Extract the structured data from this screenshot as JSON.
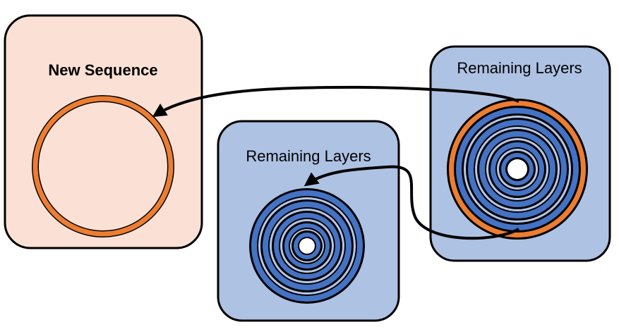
{
  "boxes": {
    "new_sequence": {
      "title": "New Sequence"
    },
    "remaining_middle": {
      "title": "Remaining Layers"
    },
    "remaining_right": {
      "title": "Remaining Layers"
    }
  },
  "colors": {
    "new_sequence_fill": "#fbe1d5",
    "layers_box_fill": "#aec2e3",
    "ring_orange": "#ed7d31",
    "ring_blue": "#4472c4",
    "ring_light": "#b4c7e7",
    "outline": "#000000",
    "arrow": "#000000"
  },
  "icons": {
    "empty_ring": "single-orange-ring-icon",
    "layer_stack": "concentric-layer-rings-icon",
    "arrow": "curved-arrow"
  },
  "layer_rings": {
    "middle_stack": 6,
    "right_stack": 6,
    "right_stack_has_orange_outer_ring": true
  }
}
